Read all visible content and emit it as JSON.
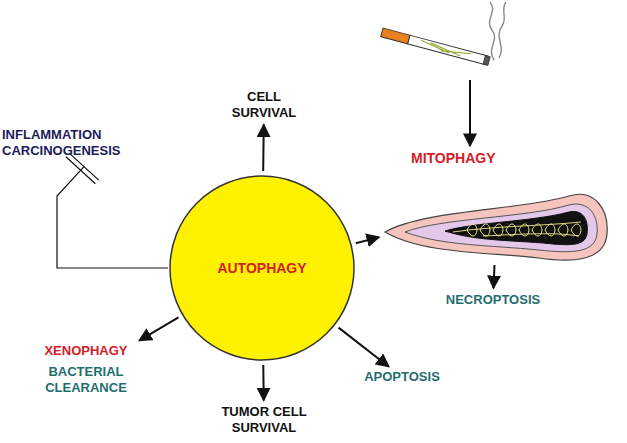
{
  "diagram": {
    "nodes": [
      {
        "text": [
          "AUTOPHAGY"
        ]
      },
      {
        "text": [
          "CELL SURVIVAL"
        ]
      },
      {
        "text": [
          "INFLAMMATION CARCINOGENESIS"
        ]
      },
      {
        "text": [
          "MITOPHAGY"
        ]
      },
      {
        "text": [
          "NECROPTOSIS"
        ]
      },
      {
        "text": [
          "APOPTOSIS"
        ]
      },
      {
        "text": [
          "TUMOR CELL SURVIVAL"
        ]
      },
      {
        "text": [
          "XENOPHAGY",
          "BACTERIAL CLEARANCE"
        ]
      }
    ],
    "edges": [
      {
        "from": 0,
        "to": 1,
        "arrow": "to"
      },
      {
        "from": 0,
        "to": 2,
        "arrow": "none"
      },
      {
        "from": 0,
        "to": 3,
        "arrow": "to"
      },
      {
        "from": 3,
        "to": 4,
        "arrow": "to"
      },
      {
        "from": 0,
        "to": 5,
        "arrow": "to"
      },
      {
        "from": 0,
        "to": 6,
        "arrow": "to"
      },
      {
        "from": 0,
        "to": 7,
        "arrow": "to"
      }
    ]
  }
}
